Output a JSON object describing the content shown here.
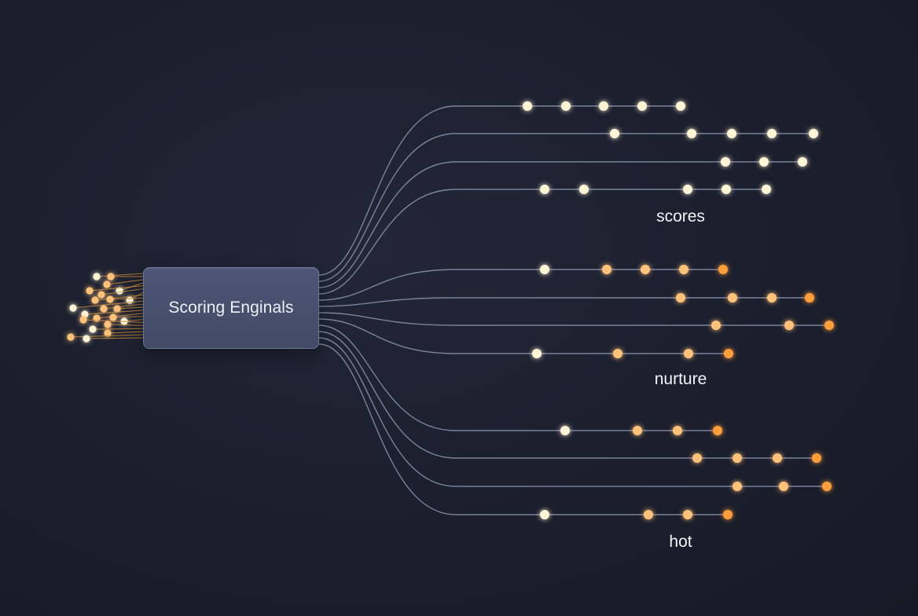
{
  "engine": {
    "label": "Scoring Enginals"
  },
  "groups": [
    {
      "label": "scores",
      "lines": [
        {
          "dots": [
            "c",
            "c",
            "c",
            "c",
            "c"
          ]
        },
        {
          "dots": [
            "c",
            "c",
            "c",
            "c",
            "c"
          ]
        },
        {
          "dots": [
            "c",
            "c",
            "c"
          ]
        },
        {
          "dots": [
            "c",
            "c",
            "c",
            "c",
            "c"
          ]
        }
      ]
    },
    {
      "label": "nurture",
      "lines": [
        {
          "dots": [
            "c",
            "o",
            "o",
            "o",
            "o"
          ]
        },
        {
          "dots": [
            "o",
            "o",
            "o",
            "o"
          ]
        },
        {
          "dots": [
            "o",
            "o",
            "o"
          ]
        },
        {
          "dots": [
            "c",
            "o",
            "o",
            "o"
          ]
        }
      ]
    },
    {
      "label": "hot",
      "lines": [
        {
          "dots": [
            "c",
            "o",
            "o",
            "o"
          ]
        },
        {
          "dots": [
            "o",
            "o",
            "o",
            "o"
          ]
        },
        {
          "dots": [
            "o",
            "o",
            "o"
          ]
        },
        {
          "dots": [
            "c",
            "o",
            "o",
            "o"
          ]
        }
      ]
    }
  ],
  "colors": {
    "line": "#8b93b0",
    "input_line": "#c98a3c",
    "dot_cream": "#fff4d6",
    "dot_light_orange": "#ffc27a",
    "dot_orange": "#ff9e3d",
    "label": "#f3f4f8"
  }
}
